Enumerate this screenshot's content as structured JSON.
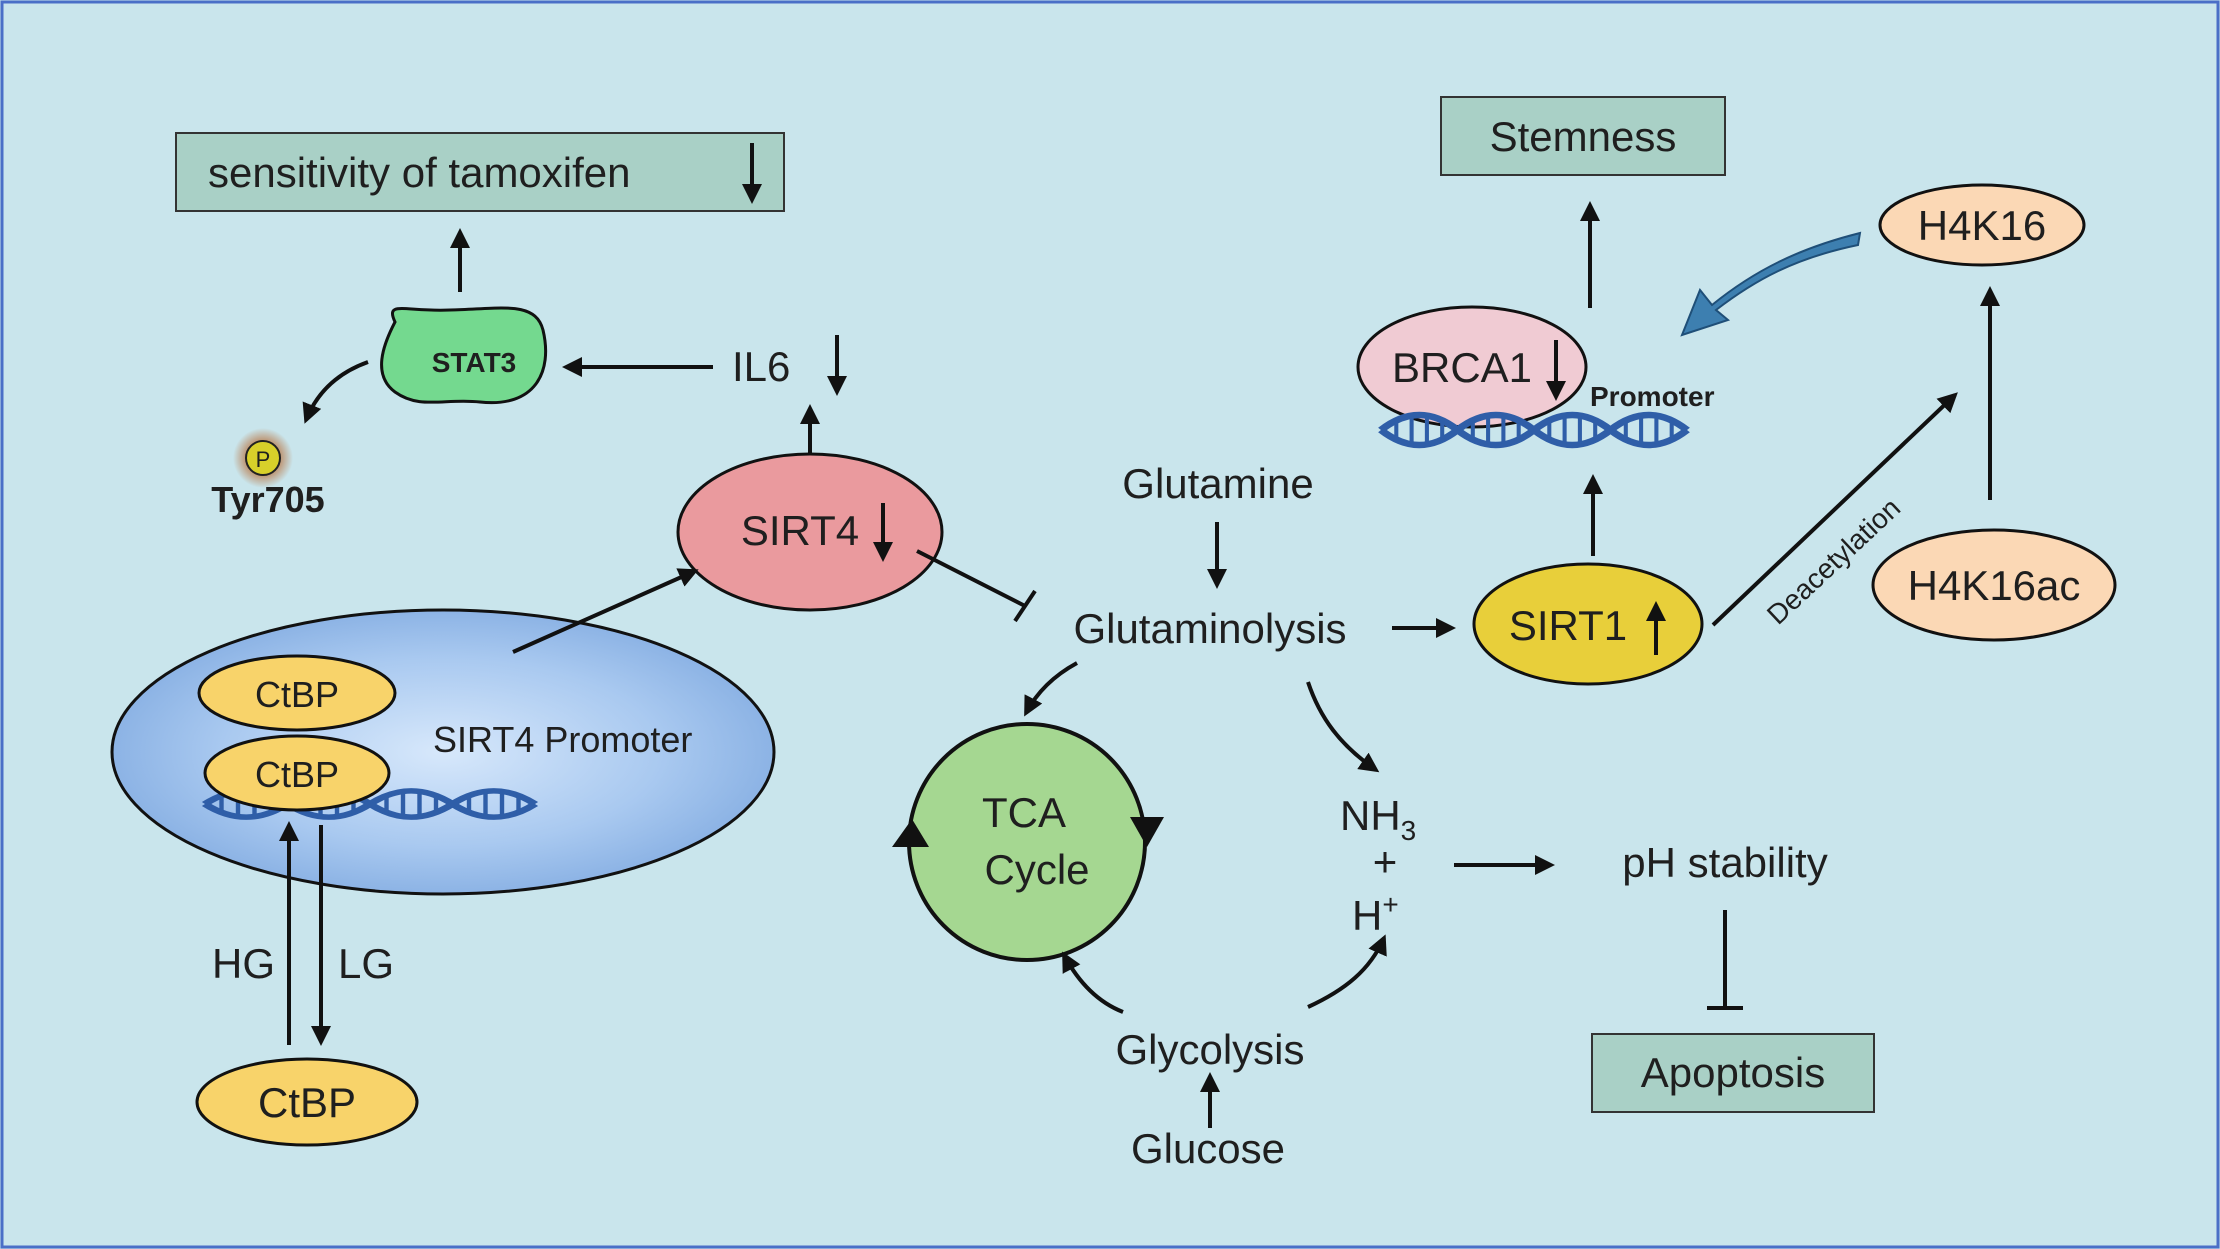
{
  "boxes": {
    "sensitivity": "sensitivity of tamoxifen",
    "stemness": "Stemness",
    "apoptosis": "Apoptosis"
  },
  "nodes": {
    "stat3": "STAT3",
    "phospho": "P",
    "tyr705": "Tyr705",
    "il6": "IL6",
    "sirt4": "SIRT4",
    "sirt4_promoter": "SIRT4 Promoter",
    "ctbp_top": "CtBP",
    "ctbp_mid": "CtBP",
    "ctbp_bottom": "CtBP",
    "hg": "HG",
    "lg": "LG",
    "glutamine": "Glutamine",
    "glutaminolysis": "Glutaminolysis",
    "tca_line1": "TCA",
    "tca_line2": "Cycle",
    "glycolysis": "Glycolysis",
    "glucose": "Glucose",
    "nh3": "NH",
    "nh3_sub": "3",
    "plus": "+",
    "h": "H",
    "h_sup": "+",
    "ph_stability": "pH stability",
    "sirt1": "SIRT1",
    "brca1": "BRCA1",
    "promoter": "Promoter",
    "deacetylation": "Deacetylation",
    "h4k16": "H4K16",
    "h4k16ac": "H4K16ac"
  },
  "colors": {
    "background": "#c9e5ec",
    "frame": "#4a6fc7",
    "box_fill": "#a9d0c6",
    "stat3": "#74d98f",
    "sirt4": "#ea9a9e",
    "ctbp": "#f8d36a",
    "nucleus": "#8fb8e8",
    "tca": "#a5d791",
    "sirt1": "#e8cf3a",
    "brca1": "#f0cbd3",
    "h4k16": "#fbd8b5",
    "dna": "#2f5ea8",
    "arrow_blue": "#3d7fb0"
  }
}
